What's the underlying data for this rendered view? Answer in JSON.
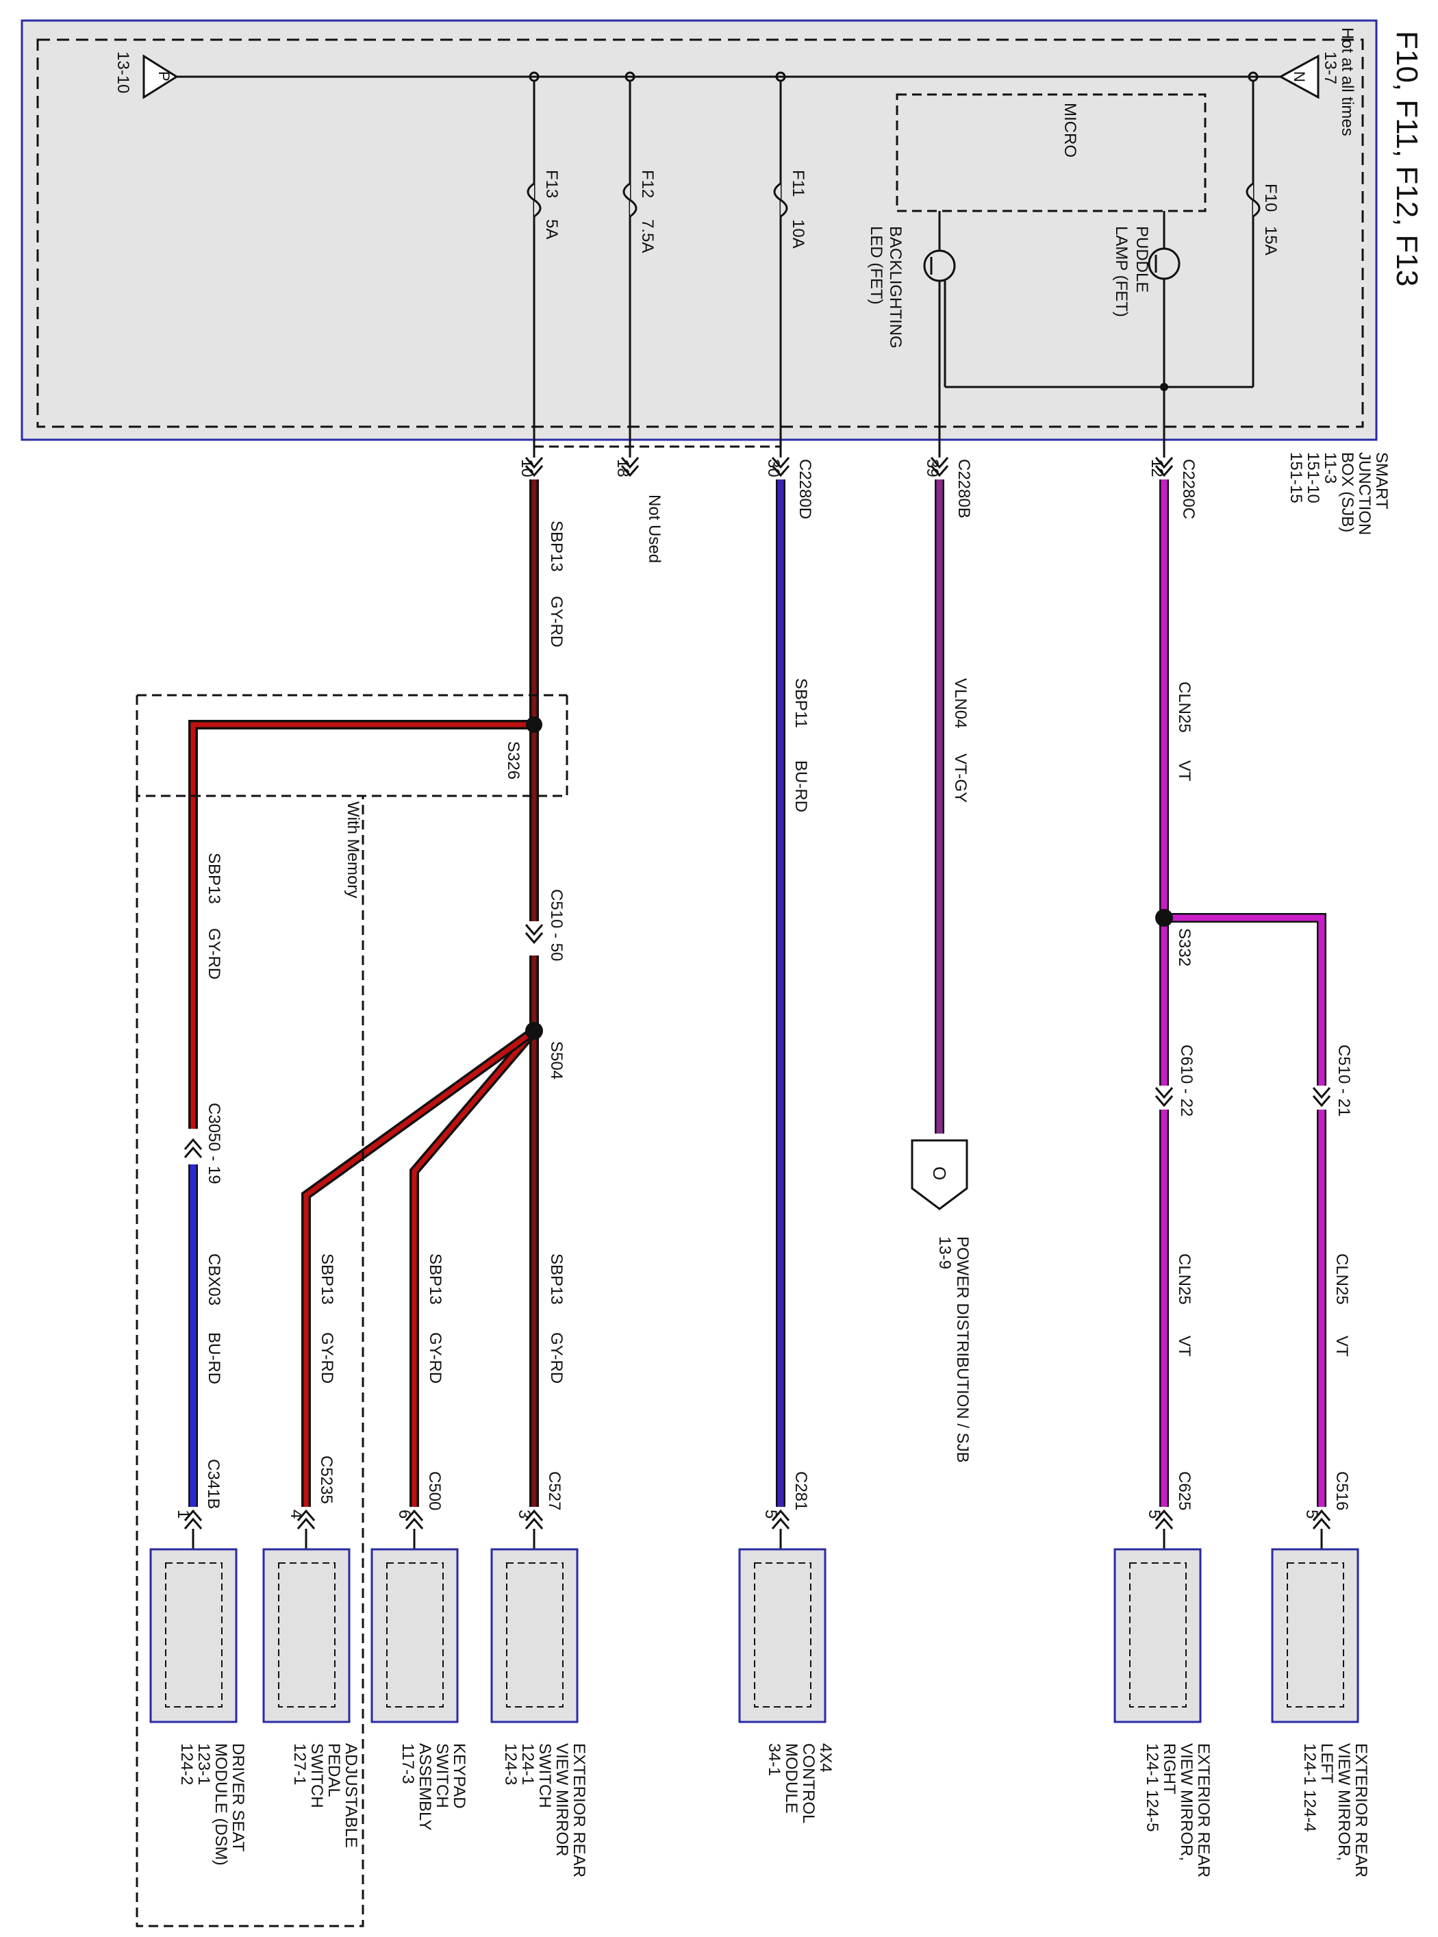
{
  "title": "F10, F11, F12, F13",
  "sjb": {
    "hot_label": "Hot at all times",
    "ref_n": "13-7",
    "ref_p": "13-10",
    "flag_n": "N",
    "flag_p": "P",
    "micro": "MICRO",
    "puddle_label": [
      "PUDDLE",
      "LAMP (FET)"
    ],
    "backlight_label": [
      "BACKLIGHTING",
      "LED (FET)"
    ],
    "name_lines": [
      "SMART",
      "JUNCTION",
      "BOX (SJB)",
      "11-3",
      "151-10",
      "151-15"
    ],
    "fuses": [
      {
        "name": "F10",
        "rating": "15A"
      },
      {
        "name": "F11",
        "rating": "10A"
      },
      {
        "name": "F12",
        "rating": "7.5A"
      },
      {
        "name": "F13",
        "rating": "5A"
      }
    ]
  },
  "connectors": {
    "c2280c": "C2280C",
    "c2280c_pin": "12",
    "c2280b": "C2280B",
    "c2280b_pin": "39",
    "c2280d": "C2280D",
    "c2280d_pin": "30",
    "f12_pin": "18",
    "f12_note": "Not Used",
    "f13_pin": "10",
    "c610": "C610 - 22",
    "c510_21": "C510 - 21",
    "c510_50": "C510 - 50",
    "c3050": "C3050 - 19",
    "c516": "C516",
    "c516_pin": "5",
    "c625": "C625",
    "c625_pin": "5",
    "c281": "C281",
    "c281_pin": "5",
    "c527": "C527",
    "c527_pin": "3",
    "c500": "C500",
    "c500_pin": "6",
    "c5235": "C5235",
    "c5235_pin": "4",
    "c341b": "C341B",
    "c341b_pin": "1"
  },
  "splices": {
    "s332": "S332",
    "s326": "S326",
    "s504": "S504"
  },
  "wires": {
    "cln25_sjb": [
      "CLN25",
      "VT"
    ],
    "cln25_right": [
      "CLN25",
      "VT"
    ],
    "cln25_left": [
      "CLN25",
      "VT"
    ],
    "vln04": [
      "VLN04",
      "VT-GY"
    ],
    "sbp11": [
      "SBP11",
      "BU-RD"
    ],
    "sbp13_main": [
      "SBP13",
      "GY-RD"
    ],
    "sbp13_dsm": [
      "SBP13",
      "GY-RD"
    ],
    "sbp13_mirror": [
      "SBP13",
      "GY-RD"
    ],
    "sbp13_keypad": [
      "SBP13",
      "GY-RD"
    ],
    "sbp13_pedal": [
      "SBP13",
      "GY-RD"
    ],
    "cbx03": [
      "CBX03",
      "BU-RD"
    ]
  },
  "power_dist": {
    "flag": "O",
    "label": "POWER DISTRIBUTION / SJB",
    "ref": "13-9"
  },
  "with_memory": "With Memory",
  "components": {
    "mirror_left": [
      "EXTERIOR REAR",
      "VIEW MIRROR,",
      "LEFT",
      "124-1   124-4"
    ],
    "mirror_right": [
      "EXTERIOR REAR",
      "VIEW MIRROR,",
      "RIGHT",
      "124-1   124-5"
    ],
    "control_4x4": [
      "4X4",
      "CONTROL",
      "MODULE",
      "34-1"
    ],
    "mirror_switch": [
      "EXTERIOR REAR",
      "VIEW MIRROR",
      "SWITCH",
      "124-1",
      "124-3"
    ],
    "keypad": [
      "KEYPAD",
      "SWITCH",
      "ASSEMBLY",
      "117-3"
    ],
    "pedal": [
      "ADJUSTABLE",
      "PEDAL",
      "SWITCH",
      "127-1"
    ],
    "dsm": [
      "DRIVER SEAT",
      "MODULE (DSM)",
      "123-1",
      "124-2"
    ]
  },
  "colors": {
    "frame": "#2b2ba6",
    "sjb_fill": "#e4e4e4",
    "violet": "#c81ec8",
    "violet_gray": "#8a2a8e",
    "blue_red": "#3a23b8",
    "gray_red": "#7a1414",
    "red": "#c01010",
    "component_fill": "#e1e1e1"
  }
}
